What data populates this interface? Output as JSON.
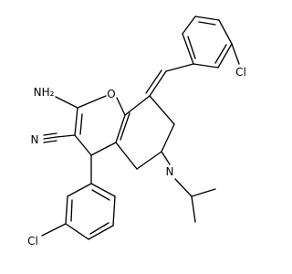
{
  "molecule": {
    "atoms": {
      "O": "O",
      "N": "N",
      "NH2": "NH₂",
      "N_nitrile": "N",
      "Cl_top": "Cl",
      "Cl_bottom": "Cl"
    }
  }
}
